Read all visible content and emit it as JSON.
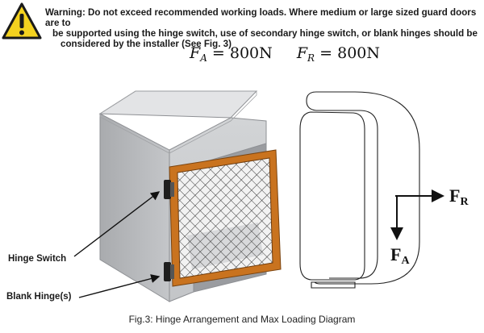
{
  "warning": {
    "icon": "warning-triangle-icon",
    "line1": "Warning: Do not exceed recommended working loads. Where medium or large sized guard doors are to",
    "line2": "be supported using the hinge switch, use of secondary hinge switch, or blank hinges should be",
    "line3": "considered by the installer (See Fig. 3)"
  },
  "formula": {
    "fa_symbol": "F",
    "fa_sub": "A",
    "fa_value": "= 800N",
    "fr_symbol": "F",
    "fr_sub": "R",
    "fr_value": "= 800N"
  },
  "labels": {
    "hinge_switch": "Hinge Switch",
    "blank_hinges": "Blank Hinge(s)"
  },
  "forces": {
    "fr_main": "F",
    "fr_sub": "R",
    "fa_main": "F",
    "fa_sub": "A"
  },
  "caption": "Fig.3: Hinge Arrangement and Max Loading Diagram",
  "colors": {
    "warning_yellow": "#f4d21f",
    "door_frame": "#c9731f",
    "cabinet_gray": "#bcbec1"
  }
}
